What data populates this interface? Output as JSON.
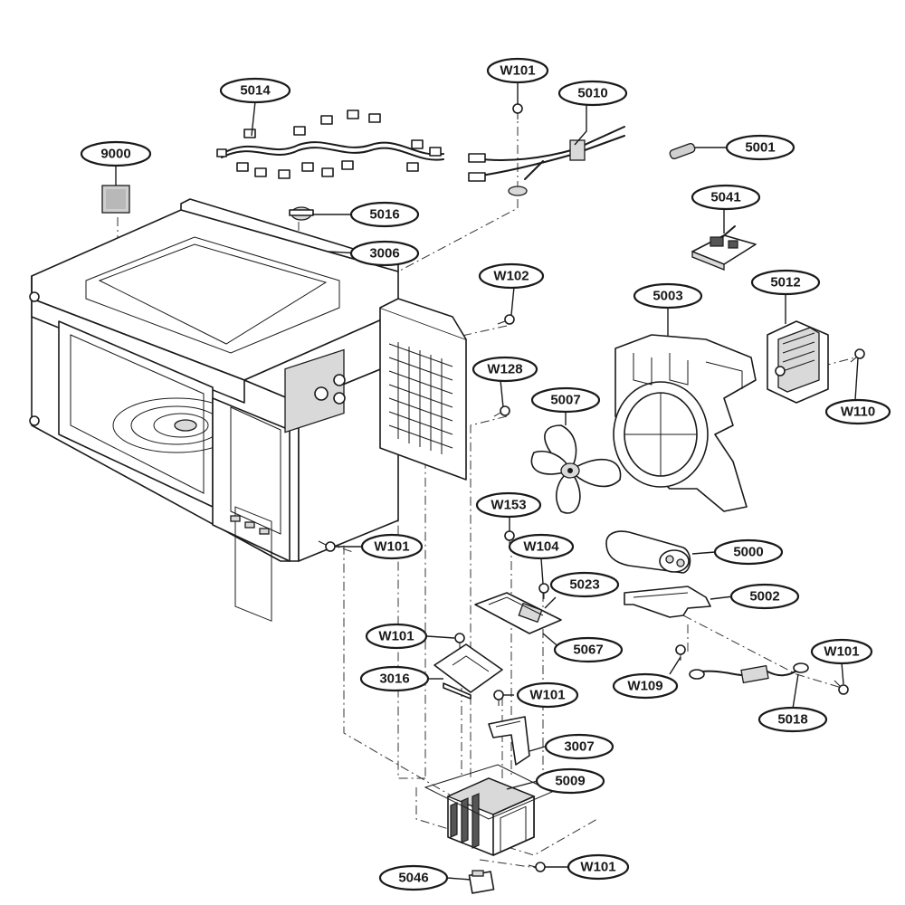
{
  "labels": [
    {
      "id": "5014",
      "text": "5014"
    },
    {
      "id": "9000",
      "text": "9000"
    },
    {
      "id": "W101_top",
      "text": "W101"
    },
    {
      "id": "5010",
      "text": "5010"
    },
    {
      "id": "5001",
      "text": "5001"
    },
    {
      "id": "5016",
      "text": "5016"
    },
    {
      "id": "5041",
      "text": "5041"
    },
    {
      "id": "3006",
      "text": "3006"
    },
    {
      "id": "W102",
      "text": "W102"
    },
    {
      "id": "5003",
      "text": "5003"
    },
    {
      "id": "5012",
      "text": "5012"
    },
    {
      "id": "W128",
      "text": "W128"
    },
    {
      "id": "5007",
      "text": "5007"
    },
    {
      "id": "W110",
      "text": "W110"
    },
    {
      "id": "W153",
      "text": "W153"
    },
    {
      "id": "W101_left",
      "text": "W101"
    },
    {
      "id": "W104",
      "text": "W104"
    },
    {
      "id": "5000",
      "text": "5000"
    },
    {
      "id": "5023",
      "text": "5023"
    },
    {
      "id": "5002",
      "text": "5002"
    },
    {
      "id": "W101_mid",
      "text": "W101"
    },
    {
      "id": "5067",
      "text": "5067"
    },
    {
      "id": "W101_right",
      "text": "W101"
    },
    {
      "id": "3016",
      "text": "3016"
    },
    {
      "id": "W109",
      "text": "W109"
    },
    {
      "id": "W101_lower",
      "text": "W101"
    },
    {
      "id": "5018",
      "text": "5018"
    },
    {
      "id": "3007",
      "text": "3007"
    },
    {
      "id": "5009",
      "text": "5009"
    },
    {
      "id": "5046",
      "text": "5046"
    },
    {
      "id": "W101_bottom",
      "text": "W101"
    }
  ],
  "colors": {
    "line": "#1a1a1a",
    "background": "#ffffff",
    "shade": "#d9d9d9"
  }
}
